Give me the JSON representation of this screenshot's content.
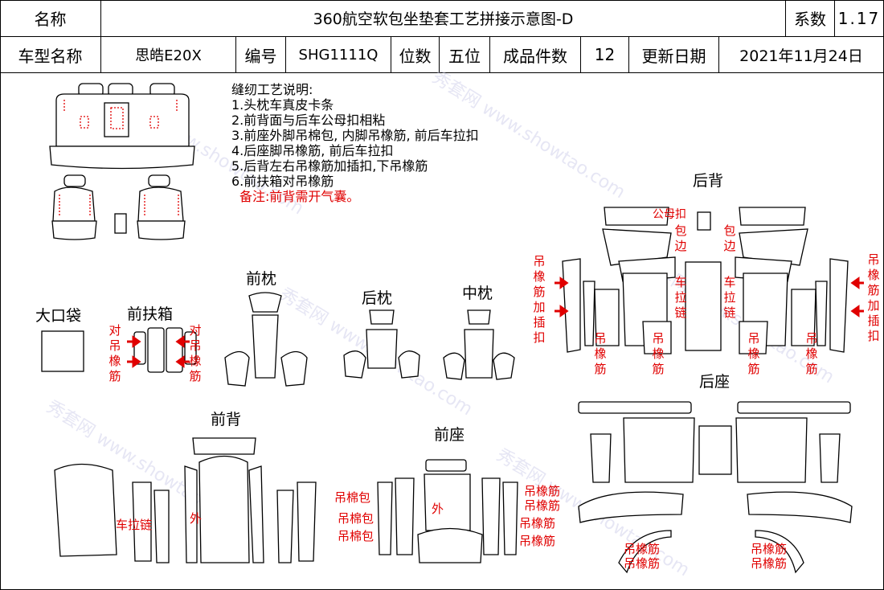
{
  "header": {
    "name_label": "名称",
    "title": "360航空软包坐垫套工艺拼接示意图-D",
    "coef_label": "系数",
    "coef_value": "1.17",
    "model_label": "车型名称",
    "model_value": "思皓E20X",
    "code_label": "编号",
    "code_value": "SHG1111Q",
    "seats_label": "位数",
    "seats_value": "五位",
    "pieces_label": "成品件数",
    "pieces_value": "12",
    "date_label": "更新日期",
    "date_value": "2021年11月24日"
  },
  "notes": {
    "heading": "缝纫工艺说明:",
    "items": [
      "1.头枕车真皮卡条",
      "2.前背面与后车公母扣相粘",
      "3.前座外脚吊棉包, 内脚吊橡筋, 前后车拉扣",
      "4.后座脚吊橡筋, 前后车拉扣",
      "5.后背左右吊橡筋加插扣,下吊橡筋",
      "6.前扶箱对吊橡筋"
    ],
    "remark": "备注:前背需开气囊。"
  },
  "sections": {
    "rear_back": "后背",
    "rear_seat": "后座",
    "front_headrest": "前枕",
    "rear_headrest": "后枕",
    "mid_headrest": "中枕",
    "big_pocket": "大口袋",
    "front_armrest": "前扶箱",
    "front_back": "前背",
    "front_seat": "前座"
  },
  "labels": {
    "male_female_snap": "公母扣",
    "wrap_edge": "包边",
    "zipper": "车拉链",
    "zipper_h": "车拉链",
    "hang_elastic": "吊橡筋",
    "hang_elastic_plug": "吊橡筋加插扣",
    "pair_hang_elastic": "对吊橡筋",
    "outer": "外",
    "hang_cotton": "吊棉包"
  },
  "watermark": "秀套网 www.showtao.com",
  "colors": {
    "annotation": "#e00000",
    "line": "#000000"
  }
}
